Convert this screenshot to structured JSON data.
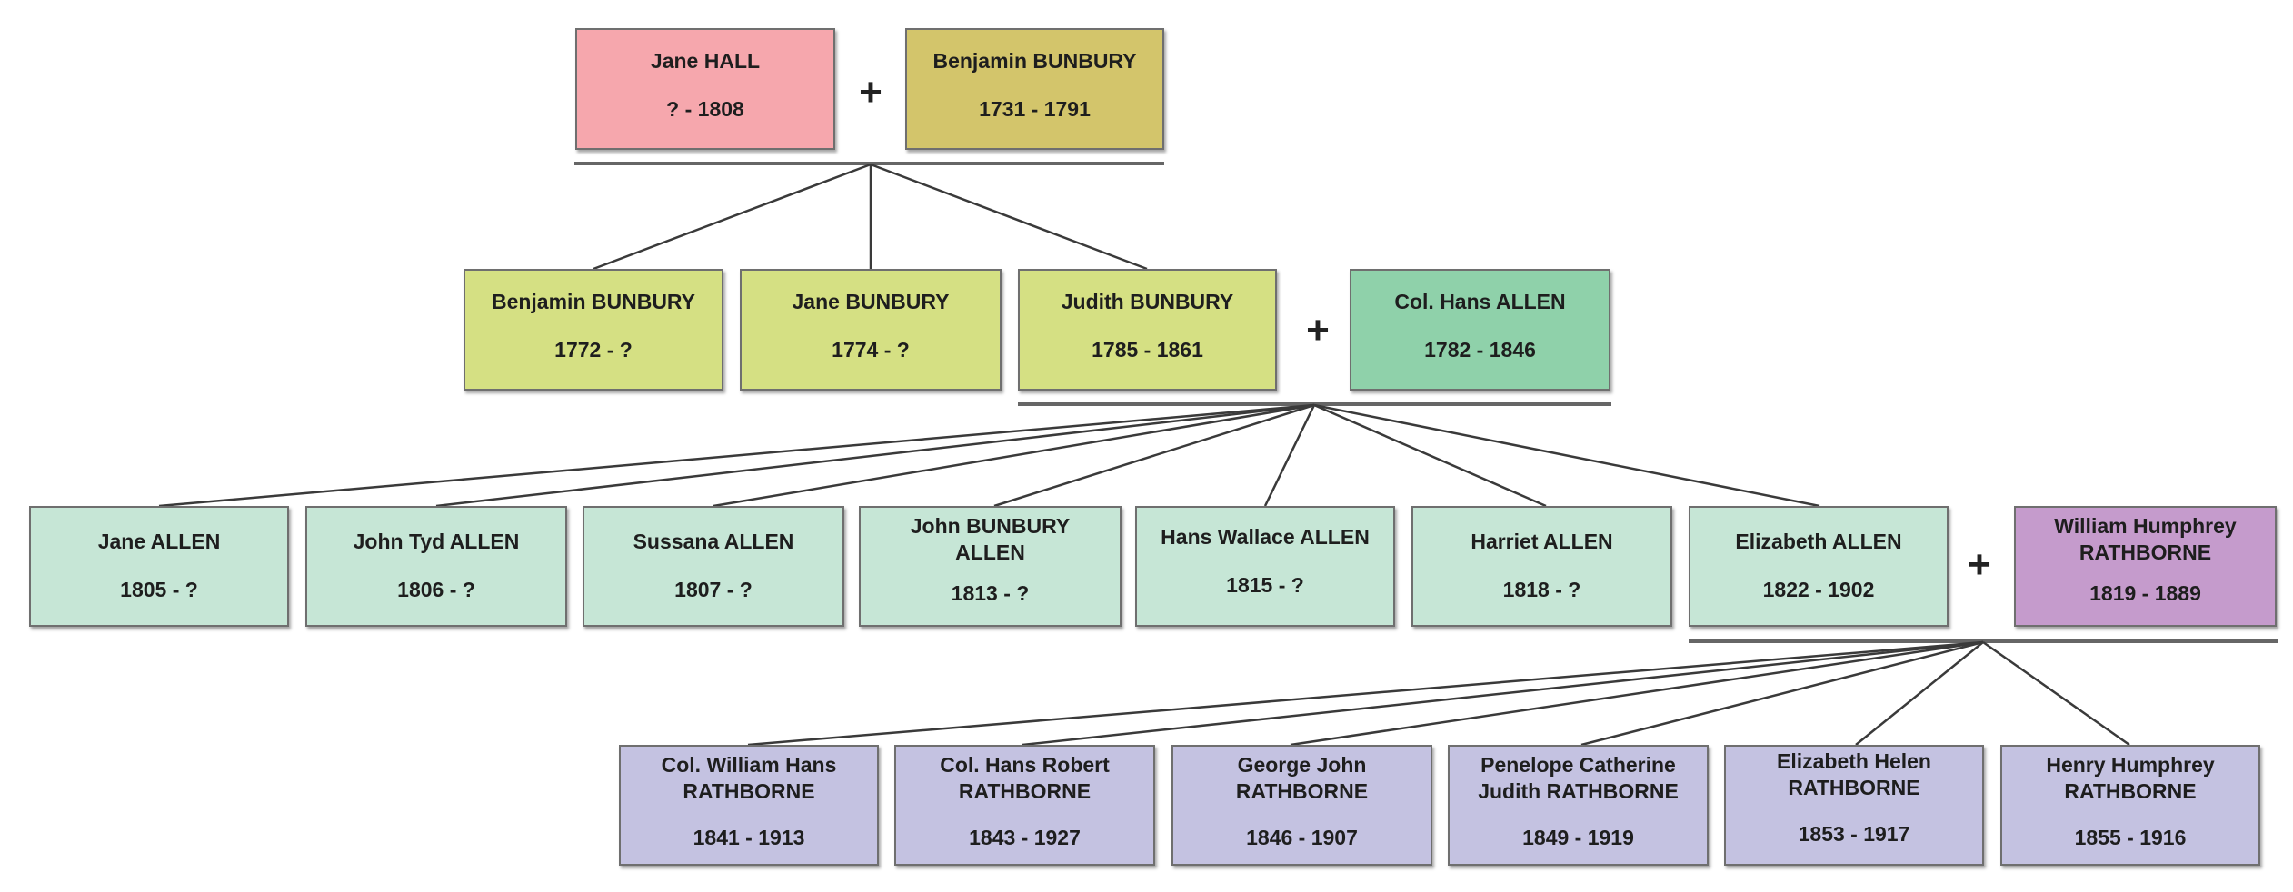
{
  "colors": {
    "gen1_female": "#f6a7ad",
    "gen1_male": "#d3c56b",
    "gen2_child": "#d5e083",
    "gen2_spouse": "#8fd1aa",
    "gen3_child": "#c6e6d6",
    "gen3_spouse": "#c59bcc",
    "gen4_child": "#c4c2e1",
    "line": "#3a3a3a",
    "couple_bar": "#666666"
  },
  "people": {
    "jane_hall": {
      "name": "Jane  HALL",
      "years": "? - 1808"
    },
    "benjamin_bunbury_sr": {
      "name": "Benjamin BUNBURY",
      "years": "1731 - 1791"
    },
    "benjamin_bunbury_jr": {
      "name": "Benjamin BUNBURY",
      "years": "1772 - ?"
    },
    "jane_bunbury": {
      "name": "Jane BUNBURY",
      "years": "1774 - ?"
    },
    "judith_bunbury": {
      "name": "Judith BUNBURY",
      "years": "1785 - 1861"
    },
    "hans_allen": {
      "name": "Col. Hans ALLEN",
      "years": "1782 - 1846"
    },
    "jane_allen": {
      "name": "Jane ALLEN",
      "years": "1805 - ?"
    },
    "john_tyd_allen": {
      "name": "John Tyd ALLEN",
      "years": "1806 - ?"
    },
    "sussana_allen": {
      "name": "Sussana ALLEN",
      "years": "1807 - ?"
    },
    "john_bunbury_allen": {
      "name": "John BUNBURY\nALLEN",
      "years": "1813 - ?"
    },
    "hans_wallace_allen": {
      "name": "Hans Wallace ALLEN",
      "years": "1815 - ?"
    },
    "harriet_allen": {
      "name": "Harriet ALLEN",
      "years": "1818 - ?"
    },
    "elizabeth_allen": {
      "name": "Elizabeth ALLEN",
      "years": "1822 - 1902"
    },
    "william_humphrey_rathborne": {
      "name": "William Humphrey\nRATHBORNE",
      "years": "1819 - 1889"
    },
    "william_hans_rathborne": {
      "name": "Col. William Hans\nRATHBORNE",
      "years": "1841 - 1913"
    },
    "hans_robert_rathborne": {
      "name": "Col. Hans Robert\nRATHBORNE",
      "years": "1843 - 1927"
    },
    "george_john_rathborne": {
      "name": "George John\nRATHBORNE",
      "years": "1846 - 1907"
    },
    "penelope_rathborne": {
      "name": "Penelope Catherine\nJudith RATHBORNE",
      "years": "1849 - 1919"
    },
    "elizabeth_helen_rathborne": {
      "name": "Elizabeth Helen\nRATHBORNE",
      "years": "1853 - 1917"
    },
    "henry_humphrey_rathborne": {
      "name": "Henry Humphrey\nRATHBORNE",
      "years": "1855 - 1916"
    }
  },
  "plus_sign": "+"
}
